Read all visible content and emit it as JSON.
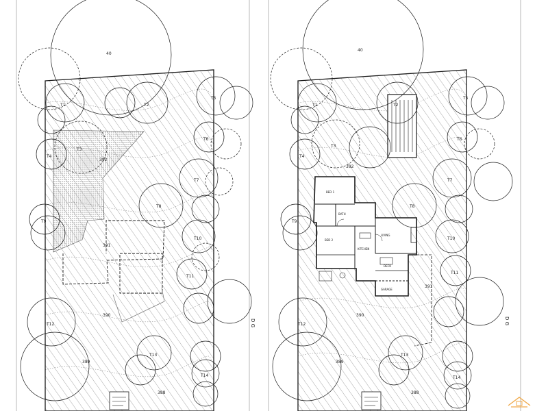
{
  "plans": [
    {
      "id": "existing-site-plan",
      "tree_tags": [
        "40",
        "T1",
        "T2",
        "T3",
        "T4",
        "T5",
        "T6",
        "T7",
        "T8",
        "T9",
        "T10",
        "T11",
        "T12",
        "T13",
        "T14"
      ],
      "side_label": "D G",
      "level_tags": [
        "392",
        "391",
        "390",
        "389",
        "388"
      ]
    },
    {
      "id": "proposed-site-plan",
      "tree_tags": [
        "40",
        "T1",
        "T2",
        "T3",
        "T4",
        "T5",
        "T6",
        "T7",
        "T8",
        "T9",
        "T10",
        "T11",
        "T12",
        "T13",
        "T14"
      ],
      "side_label": "D G",
      "level_tags": [
        "392",
        "391",
        "390",
        "389",
        "388"
      ],
      "room_tags": [
        "BED 1",
        "BED 2",
        "LIVING",
        "KITCHEN",
        "BATH",
        "GARAGE",
        "DECK"
      ]
    }
  ],
  "colors": {
    "ink": "#1a1a1a",
    "hatch": "#6a6a6a",
    "stipple": "#8c8c8c",
    "paper": "#ffffff",
    "watermark": "#f0a94a"
  }
}
